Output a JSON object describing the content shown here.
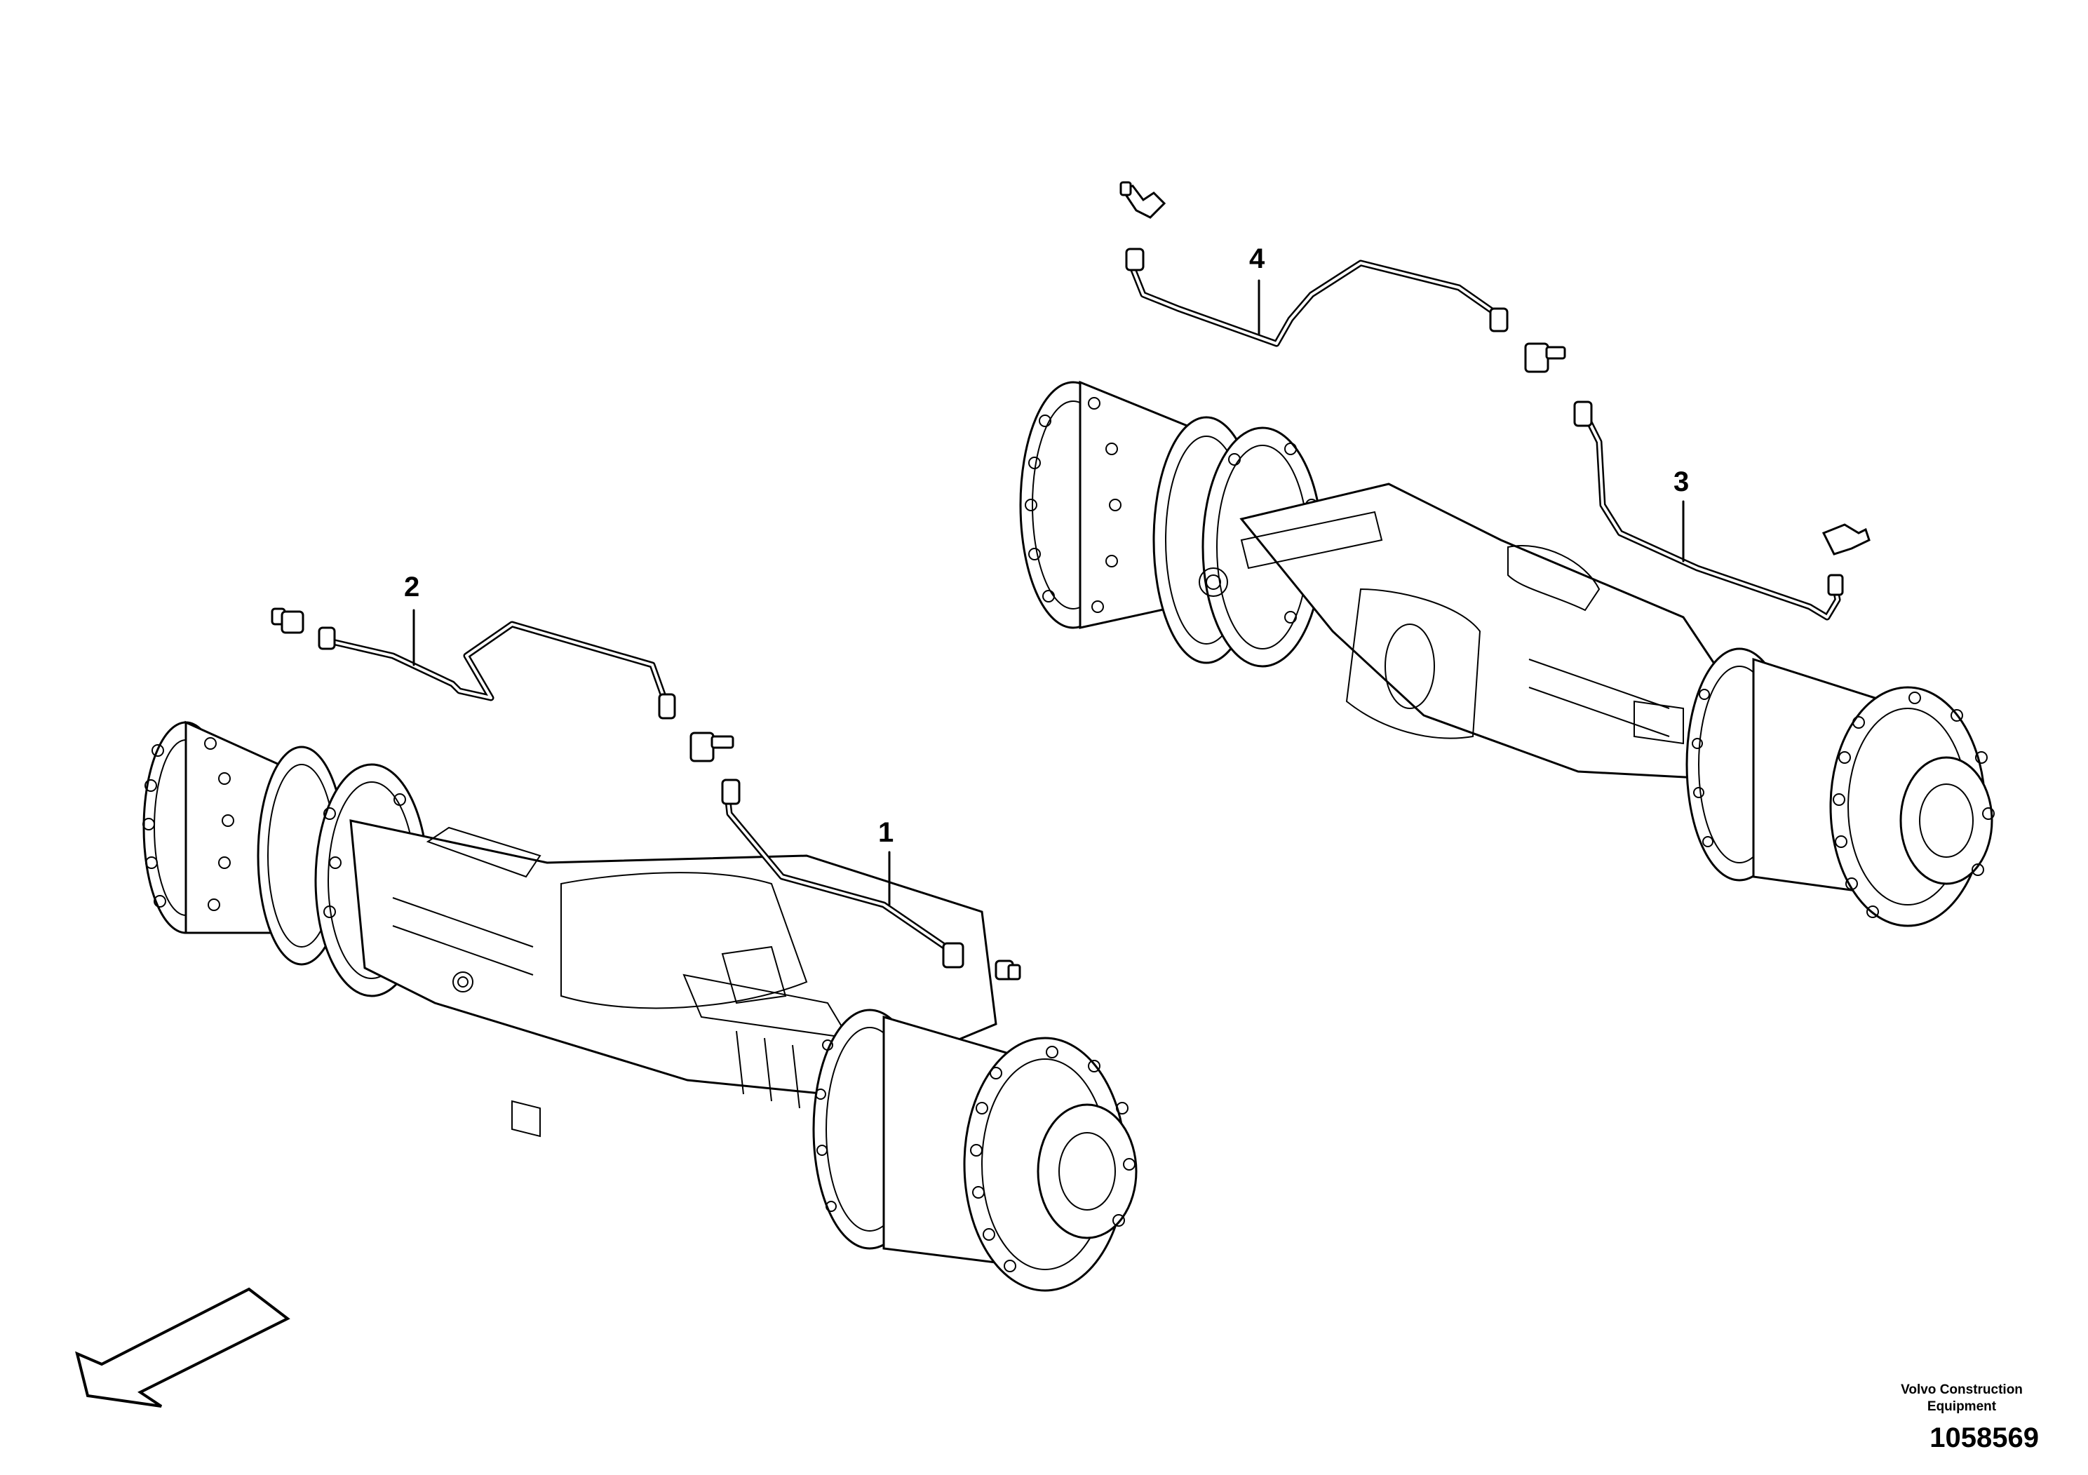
{
  "callouts": {
    "c1": "1",
    "c2": "2",
    "c3": "3",
    "c4": "4"
  },
  "brand": {
    "line1": "Volvo Construction",
    "line2": "Equipment"
  },
  "doc_number": "1058569",
  "direction_arrow": "direction-arrow-icon"
}
